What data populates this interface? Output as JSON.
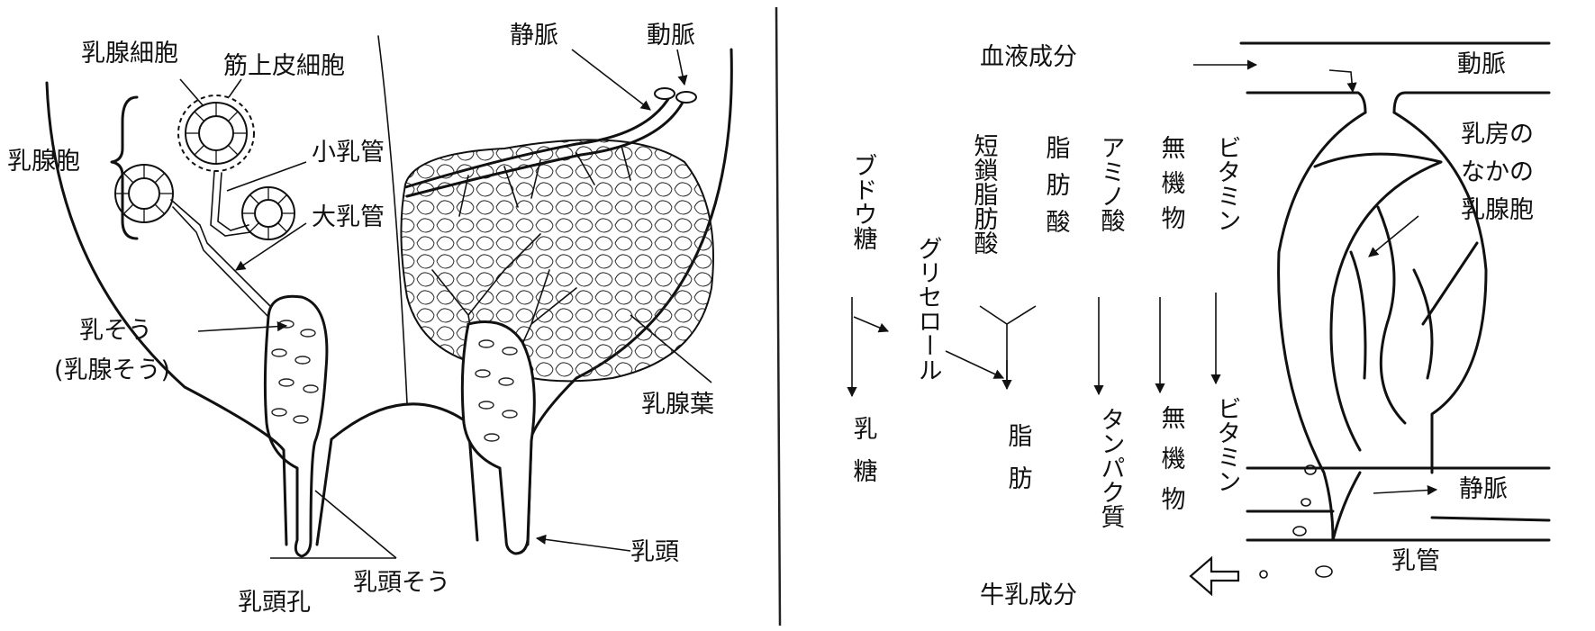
{
  "left_panel": {
    "labels": {
      "alveolar_cell": "乳腺細胞",
      "myoepithelial_cell": "筋上皮細胞",
      "alveolus": "乳腺胞",
      "small_duct": "小乳管",
      "large_duct": "大乳管",
      "sinus": "乳そう",
      "sinus_alt": "(乳腺そう)",
      "vein": "静脈",
      "artery": "動脈",
      "gland_lobe": "乳腺葉",
      "teat": "乳頭",
      "teat_cistern": "乳頭そう",
      "teat_orifice": "乳頭孔"
    }
  },
  "right_panel": {
    "blood_components_title": "血液成分",
    "milk_components_title": "牛乳成分",
    "labels": {
      "artery": "動脈",
      "alveolus_line1": "乳房の",
      "alveolus_line2": "なかの",
      "alveolus_line3": "乳腺胞",
      "vein": "静脈",
      "milk_duct": "乳管"
    },
    "columns": {
      "glucose": "ブドウ糖",
      "lactose": "乳糖",
      "glycerol": "グリセロール",
      "short_chain_fatty_acid": "短鎖脂肪酸",
      "fatty_acid": "脂肪酸",
      "fat": "脂肪",
      "amino_acid": "アミノ酸",
      "protein": "タンパク質",
      "minerals_in": "無機物",
      "minerals_out": "無機物",
      "vitamins_in": "ビタミン",
      "vitamins_out": "ビタミン"
    }
  }
}
